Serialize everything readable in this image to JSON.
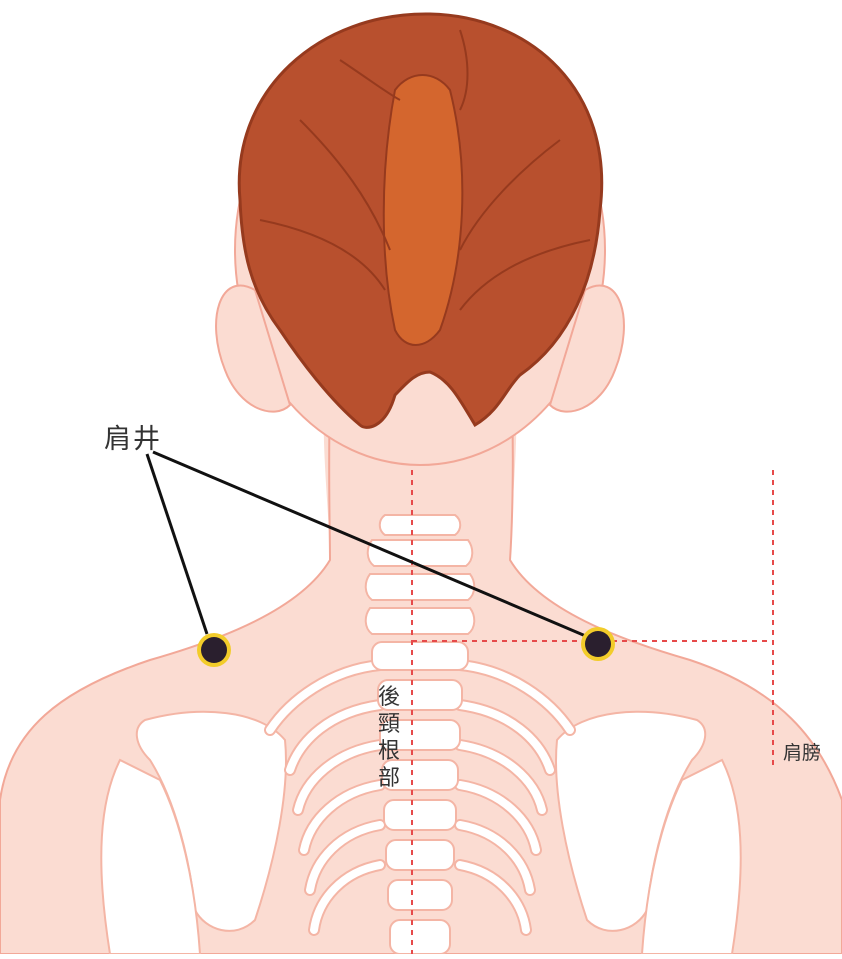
{
  "labels": {
    "acupoint": "肩井",
    "neck_base": "後頸根部",
    "shoulder": "肩膀"
  },
  "colors": {
    "skin": "#fbdcd2",
    "skin_outline": "#f2a898",
    "hair": "#b8502e",
    "hair_dark": "#963a1e",
    "hair_light": "#d4662e",
    "bone": "#ffffff",
    "bone_outline": "#f4b5a5",
    "guide_line": "#e64a4a",
    "point_fill": "#2a1f2e",
    "point_ring": "#f2cc2a",
    "leader_line": "#111111"
  },
  "icons": {
    "acupoint_marker": "acupoint-dot-icon"
  }
}
